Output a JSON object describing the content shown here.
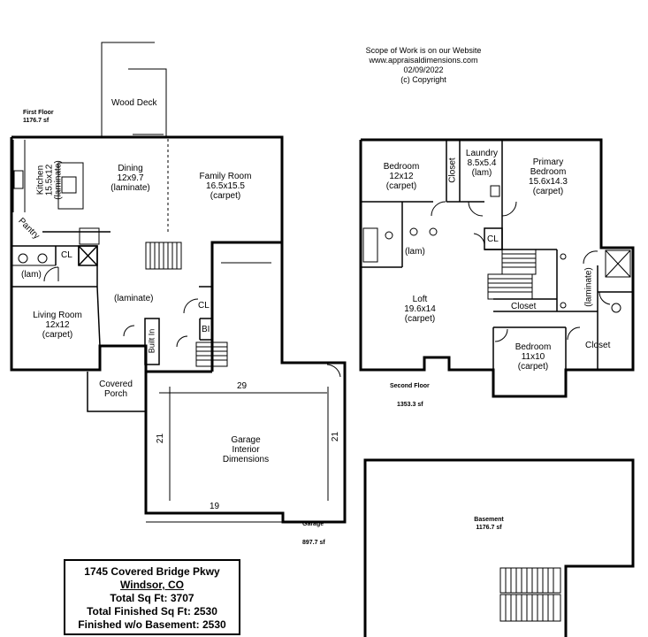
{
  "header": {
    "scope_line": "Scope of Work is on our Website",
    "website": "www.appraisaldimensions.com",
    "date": "02/09/2022",
    "copyright": "(c) Copyright"
  },
  "first_floor": {
    "title": "First Floor",
    "area": "1176.7 sf",
    "rooms": {
      "wood_deck": "Wood Deck",
      "kitchen": "Kitchen",
      "kitchen_size": "15.5x12",
      "kitchen_floor": "(laminate)",
      "dining": "Dining",
      "dining_size": "12x9.7",
      "dining_floor": "(laminate)",
      "family": "Family Room",
      "family_size": "16.5x15.5",
      "family_floor": "(carpet)",
      "pantry": "Pantry",
      "cl1": "CL",
      "lam": "(lam)",
      "hall_floor": "(laminate)",
      "cl2": "CL",
      "bi": "BI",
      "built_in": "Built In",
      "living": "Living Room",
      "living_size": "12x12",
      "living_floor": "(carpet)",
      "porch": "Covered Porch"
    }
  },
  "garage": {
    "dim_top": "29",
    "dim_left": "21",
    "dim_right": "21",
    "dim_bottom": "19",
    "label": "Garage Interior Dimensions",
    "title": "Garage",
    "area": "897.7 sf"
  },
  "second_floor": {
    "title": "Second Floor",
    "area": "1353.3 sf",
    "rooms": {
      "bedroom1": "Bedroom",
      "bedroom1_size": "12x12",
      "bedroom1_floor": "(carpet)",
      "closet1": "Closet",
      "laundry": "Laundry",
      "laundry_size": "8.5x5.4",
      "laundry_floor": "(lam)",
      "primary": "Primary Bedroom",
      "primary_size": "15.6x14.3",
      "primary_floor": "(carpet)",
      "cl": "CL",
      "lam": "(lam)",
      "loft": "Loft",
      "loft_size": "19.6x14",
      "loft_floor": "(carpet)",
      "closet2": "Closet",
      "bath_floor": "(laminate)",
      "bedroom2": "Bedroom",
      "bedroom2_size": "11x10",
      "bedroom2_floor": "(carpet)",
      "closet3": "Closet"
    }
  },
  "basement": {
    "title": "Basement",
    "area": "1176.7 sf"
  },
  "info_box": {
    "address": "1745 Covered Bridge Pkwy",
    "city": "Windsor, CO",
    "total": "Total Sq Ft: 3707",
    "finished": "Total Finished Sq Ft: 2530",
    "no_basement": "Finished w/o Basement: 2530"
  }
}
